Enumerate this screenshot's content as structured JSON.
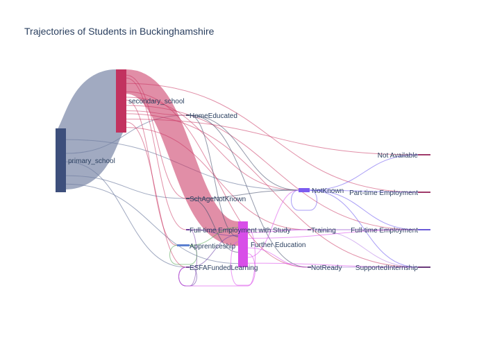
{
  "chart_data": {
    "type": "sankey",
    "title": "Trajectories of Students in Buckinghamshire",
    "nodes": [
      {
        "id": "primary_school",
        "label": "primary_school",
        "color": "#3d4f7c"
      },
      {
        "id": "secondary_school",
        "label": "secondary_school",
        "color": "#c2325f"
      },
      {
        "id": "HomeEducated",
        "label": "HomeEducated",
        "color": "#4a4f6a"
      },
      {
        "id": "SchAgeNotKnown",
        "label": "SchAgeNotKnown",
        "color": "#4a4f6a"
      },
      {
        "id": "FT_Emp_Study",
        "label": "Full-time Employment with Study",
        "color": "#6a3d9a"
      },
      {
        "id": "Apprenticeship",
        "label": "Apprenticeship",
        "color": "#5a7fd0"
      },
      {
        "id": "ESFA",
        "label": "ESFAFundedLearning",
        "color": "#7a4f9a"
      },
      {
        "id": "FurtherEducation",
        "label": "Further Education",
        "color": "#d84ee8"
      },
      {
        "id": "NotKnown",
        "label": "NotKnown",
        "color": "#7c5cf0"
      },
      {
        "id": "Training",
        "label": "Training",
        "color": "#6a5a8a"
      },
      {
        "id": "NotReady",
        "label": "NotReady",
        "color": "#6a5a8a"
      },
      {
        "id": "NotAvailable",
        "label": "Not Available",
        "color": "#a03a6a"
      },
      {
        "id": "PartTimeEmployment",
        "label": "Part-time Employment",
        "color": "#a03a6a"
      },
      {
        "id": "FullTimeEmployment",
        "label": "Full-time Employment",
        "color": "#6a5ad8"
      },
      {
        "id": "SupportedInternship",
        "label": "SupportedInternship",
        "color": "#6a3a7a"
      }
    ],
    "links": [
      {
        "source": "primary_school",
        "target": "secondary_school",
        "value": 100
      },
      {
        "source": "primary_school",
        "target": "HomeEducated",
        "value": 0.4
      },
      {
        "source": "primary_school",
        "target": "SchAgeNotKnown",
        "value": 0.4
      },
      {
        "source": "primary_school",
        "target": "NotKnown",
        "value": 0.4
      },
      {
        "source": "primary_school",
        "target": "ESFA",
        "value": 0.3
      },
      {
        "source": "primary_school",
        "target": "FurtherEducation",
        "value": 0.3
      },
      {
        "source": "secondary_school",
        "target": "FurtherEducation",
        "value": 40
      },
      {
        "source": "secondary_school",
        "target": "HomeEducated",
        "value": 0.4
      },
      {
        "source": "secondary_school",
        "target": "SchAgeNotKnown",
        "value": 0.4
      },
      {
        "source": "secondary_school",
        "target": "NotKnown",
        "value": 0.5
      },
      {
        "source": "secondary_school",
        "target": "NotAvailable",
        "value": 0.3
      },
      {
        "source": "secondary_school",
        "target": "PartTimeEmployment",
        "value": 0.3
      },
      {
        "source": "secondary_school",
        "target": "FullTimeEmployment",
        "value": 0.3
      },
      {
        "source": "secondary_school",
        "target": "Training",
        "value": 0.3
      },
      {
        "source": "secondary_school",
        "target": "NotReady",
        "value": 0.3
      },
      {
        "source": "secondary_school",
        "target": "SupportedInternship",
        "value": 0.3
      },
      {
        "source": "secondary_school",
        "target": "FT_Emp_Study",
        "value": 0.3
      },
      {
        "source": "secondary_school",
        "target": "Apprenticeship",
        "value": 0.3
      },
      {
        "source": "secondary_school",
        "target": "ESFA",
        "value": 0.3
      },
      {
        "source": "HomeEducated",
        "target": "FurtherEducation",
        "value": 0.3
      },
      {
        "source": "HomeEducated",
        "target": "NotKnown",
        "value": 0.3
      },
      {
        "source": "HomeEducated",
        "target": "NotReady",
        "value": 0.3
      },
      {
        "source": "SchAgeNotKnown",
        "target": "NotKnown",
        "value": 0.3
      },
      {
        "source": "SchAgeNotKnown",
        "target": "FurtherEducation",
        "value": 0.3
      },
      {
        "source": "FT_Emp_Study",
        "target": "FurtherEducation",
        "value": 0.3
      },
      {
        "source": "FT_Emp_Study",
        "target": "FullTimeEmployment",
        "value": 0.3
      },
      {
        "source": "FT_Emp_Study",
        "target": "ESFA",
        "value": 0.3
      },
      {
        "source": "Apprenticeship",
        "target": "FurtherEducation",
        "value": 0.3
      },
      {
        "source": "Apprenticeship",
        "target": "Apprenticeship",
        "value": 0.3
      },
      {
        "source": "ESFA",
        "target": "FurtherEducation",
        "value": 0.3
      },
      {
        "source": "ESFA",
        "target": "ESFA",
        "value": 0.3
      },
      {
        "source": "FurtherEducation",
        "target": "NotKnown",
        "value": 1.0
      },
      {
        "source": "FurtherEducation",
        "target": "Training",
        "value": 0.4
      },
      {
        "source": "FurtherEducation",
        "target": "NotReady",
        "value": 0.3
      },
      {
        "source": "FurtherEducation",
        "target": "SupportedInternship",
        "value": 0.3
      },
      {
        "source": "FurtherEducation",
        "target": "FullTimeEmployment",
        "value": 0.3
      },
      {
        "source": "FurtherEducation",
        "target": "FurtherEducation",
        "value": 0.4
      },
      {
        "source": "FurtherEducation",
        "target": "ESFA",
        "value": 0.3
      },
      {
        "source": "NotKnown",
        "target": "NotAvailable",
        "value": 0.3
      },
      {
        "source": "NotKnown",
        "target": "PartTimeEmployment",
        "value": 0.3
      },
      {
        "source": "NotKnown",
        "target": "FullTimeEmployment",
        "value": 0.3
      },
      {
        "source": "NotKnown",
        "target": "SupportedInternship",
        "value": 0.3
      },
      {
        "source": "NotKnown",
        "target": "NotKnown",
        "value": 0.3
      },
      {
        "source": "Training",
        "target": "FullTimeEmployment",
        "value": 0.3
      },
      {
        "source": "Training",
        "target": "SupportedInternship",
        "value": 0.3
      },
      {
        "source": "NotReady",
        "target": "SupportedInternship",
        "value": 0.3
      }
    ]
  }
}
